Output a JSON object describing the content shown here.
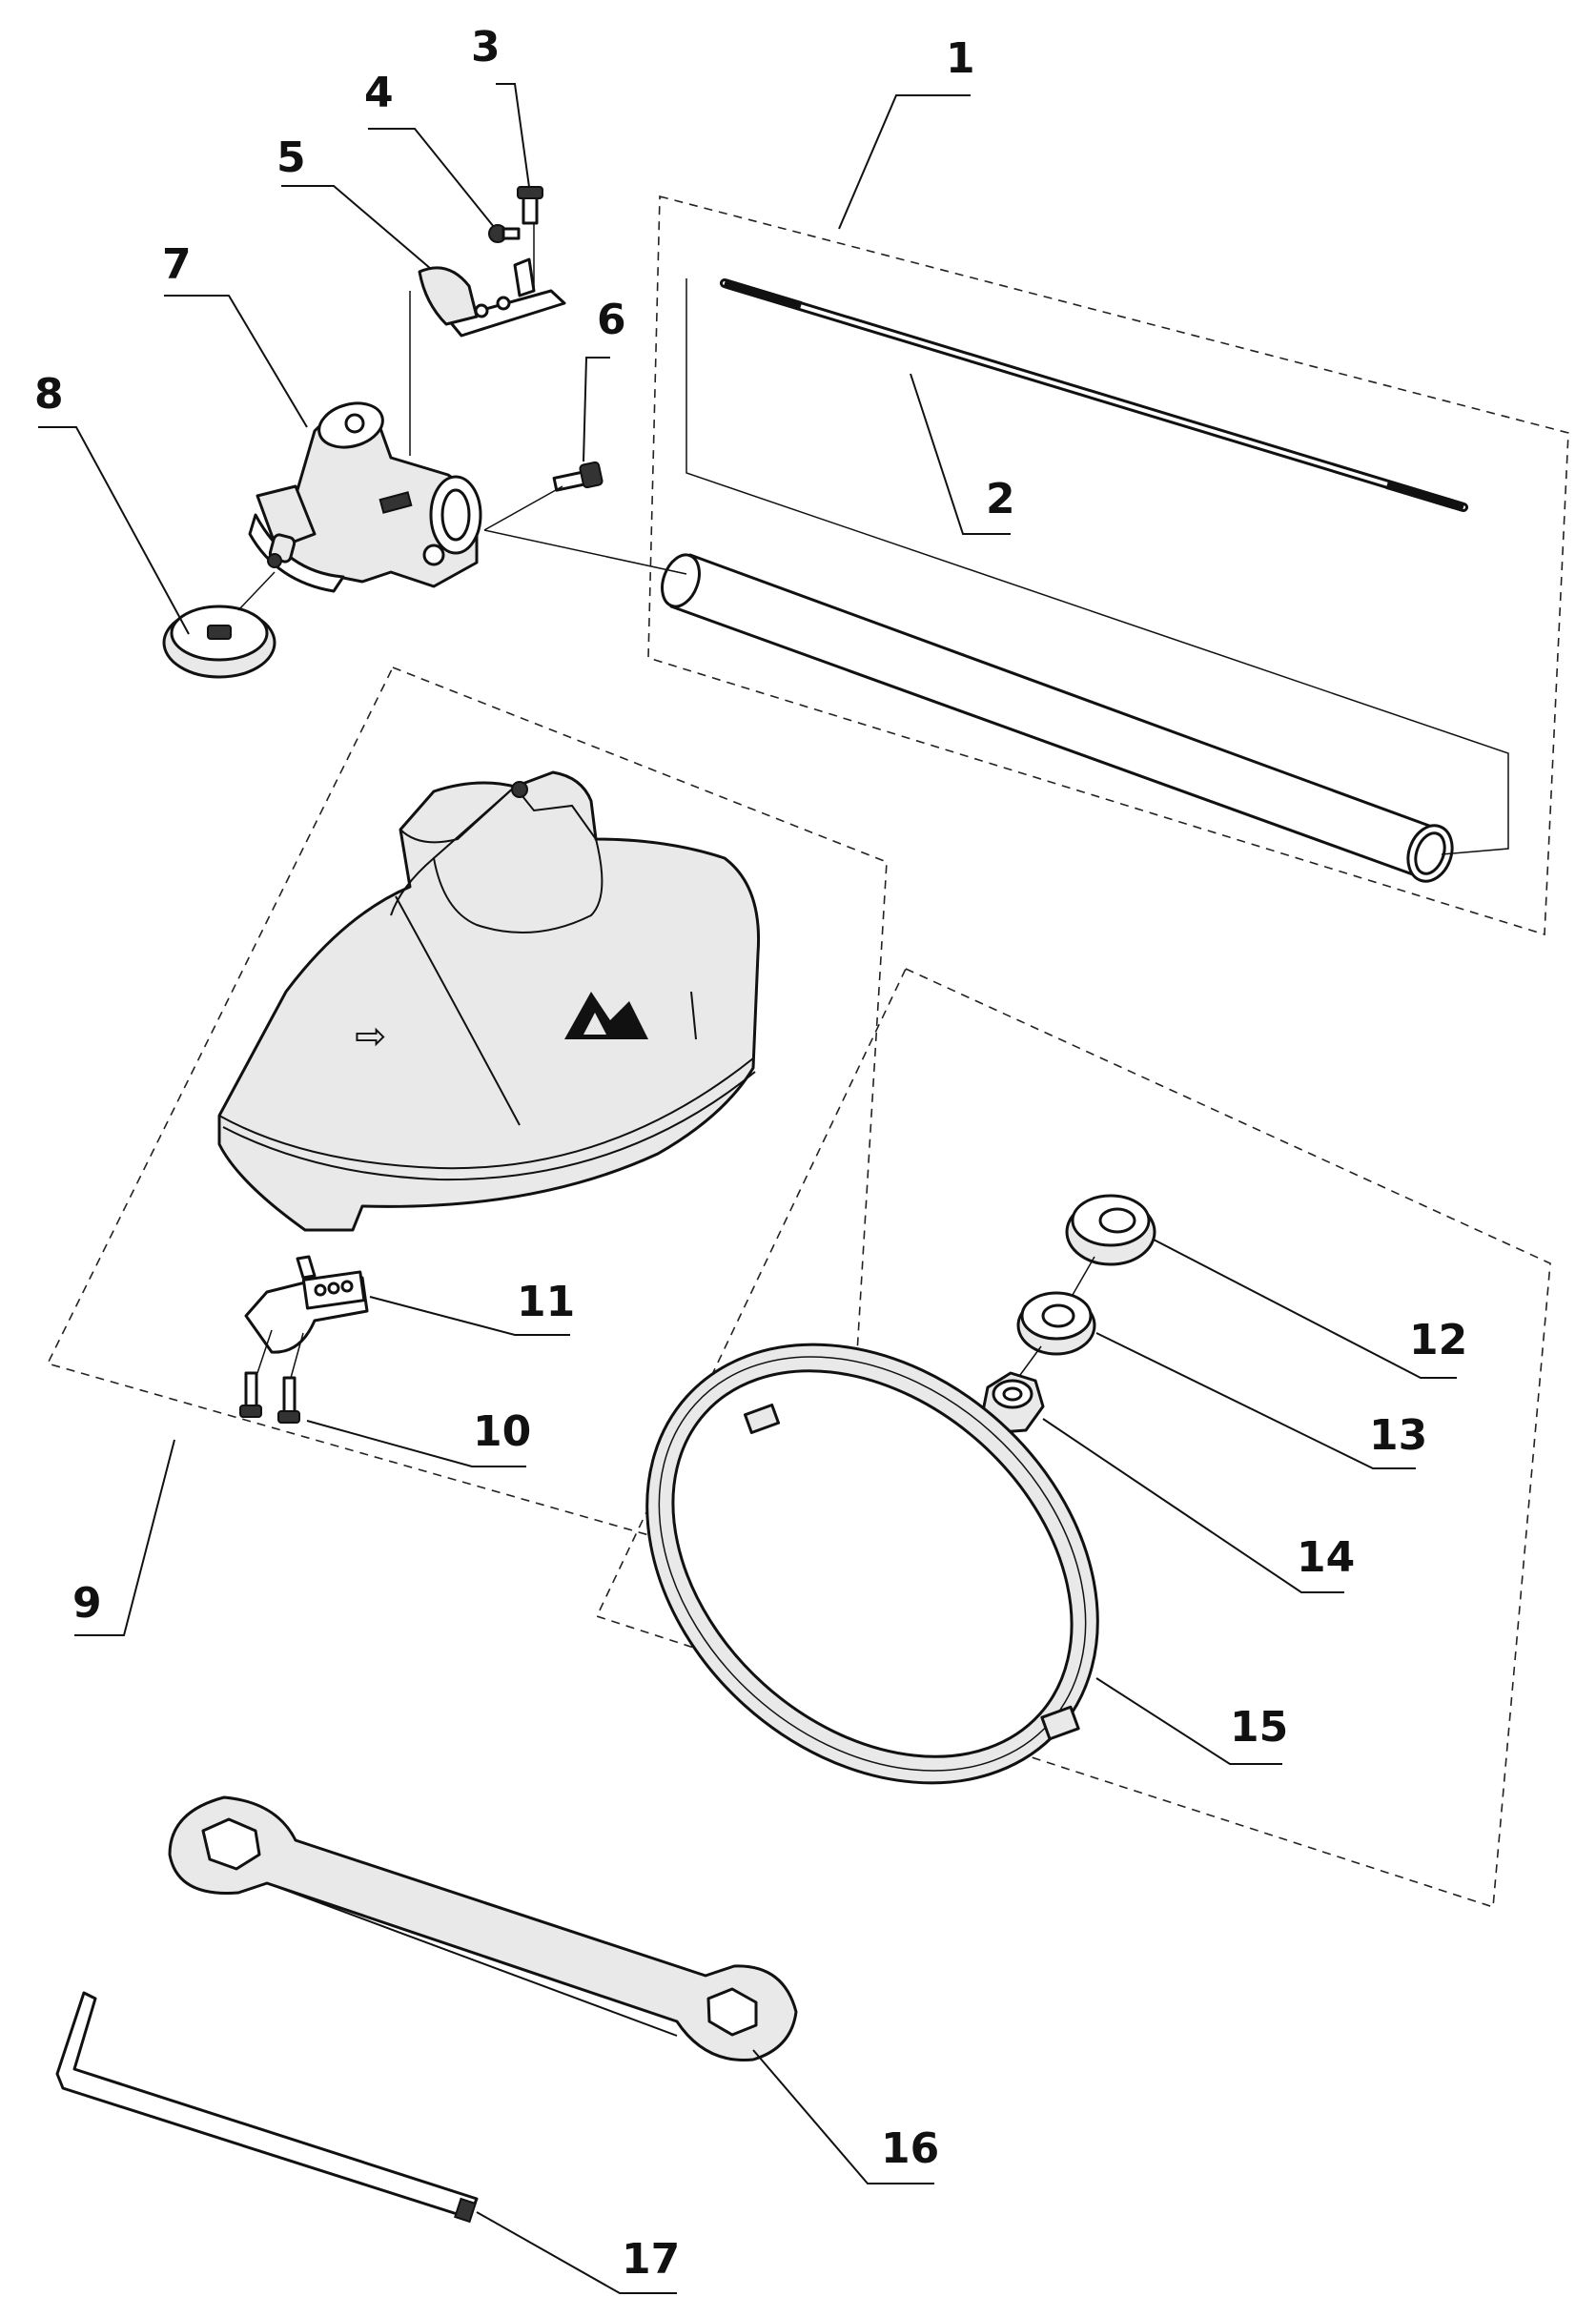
{
  "parts": [
    {
      "number": "1"
    },
    {
      "number": "2"
    },
    {
      "number": "3"
    },
    {
      "number": "4"
    },
    {
      "number": "5"
    },
    {
      "number": "6"
    },
    {
      "number": "7"
    },
    {
      "number": "8"
    },
    {
      "number": "9"
    },
    {
      "number": "10"
    },
    {
      "number": "11"
    },
    {
      "number": "12"
    },
    {
      "number": "13"
    },
    {
      "number": "14"
    },
    {
      "number": "15"
    },
    {
      "number": "16"
    },
    {
      "number": "17"
    }
  ],
  "guard_arrow": "⇨"
}
